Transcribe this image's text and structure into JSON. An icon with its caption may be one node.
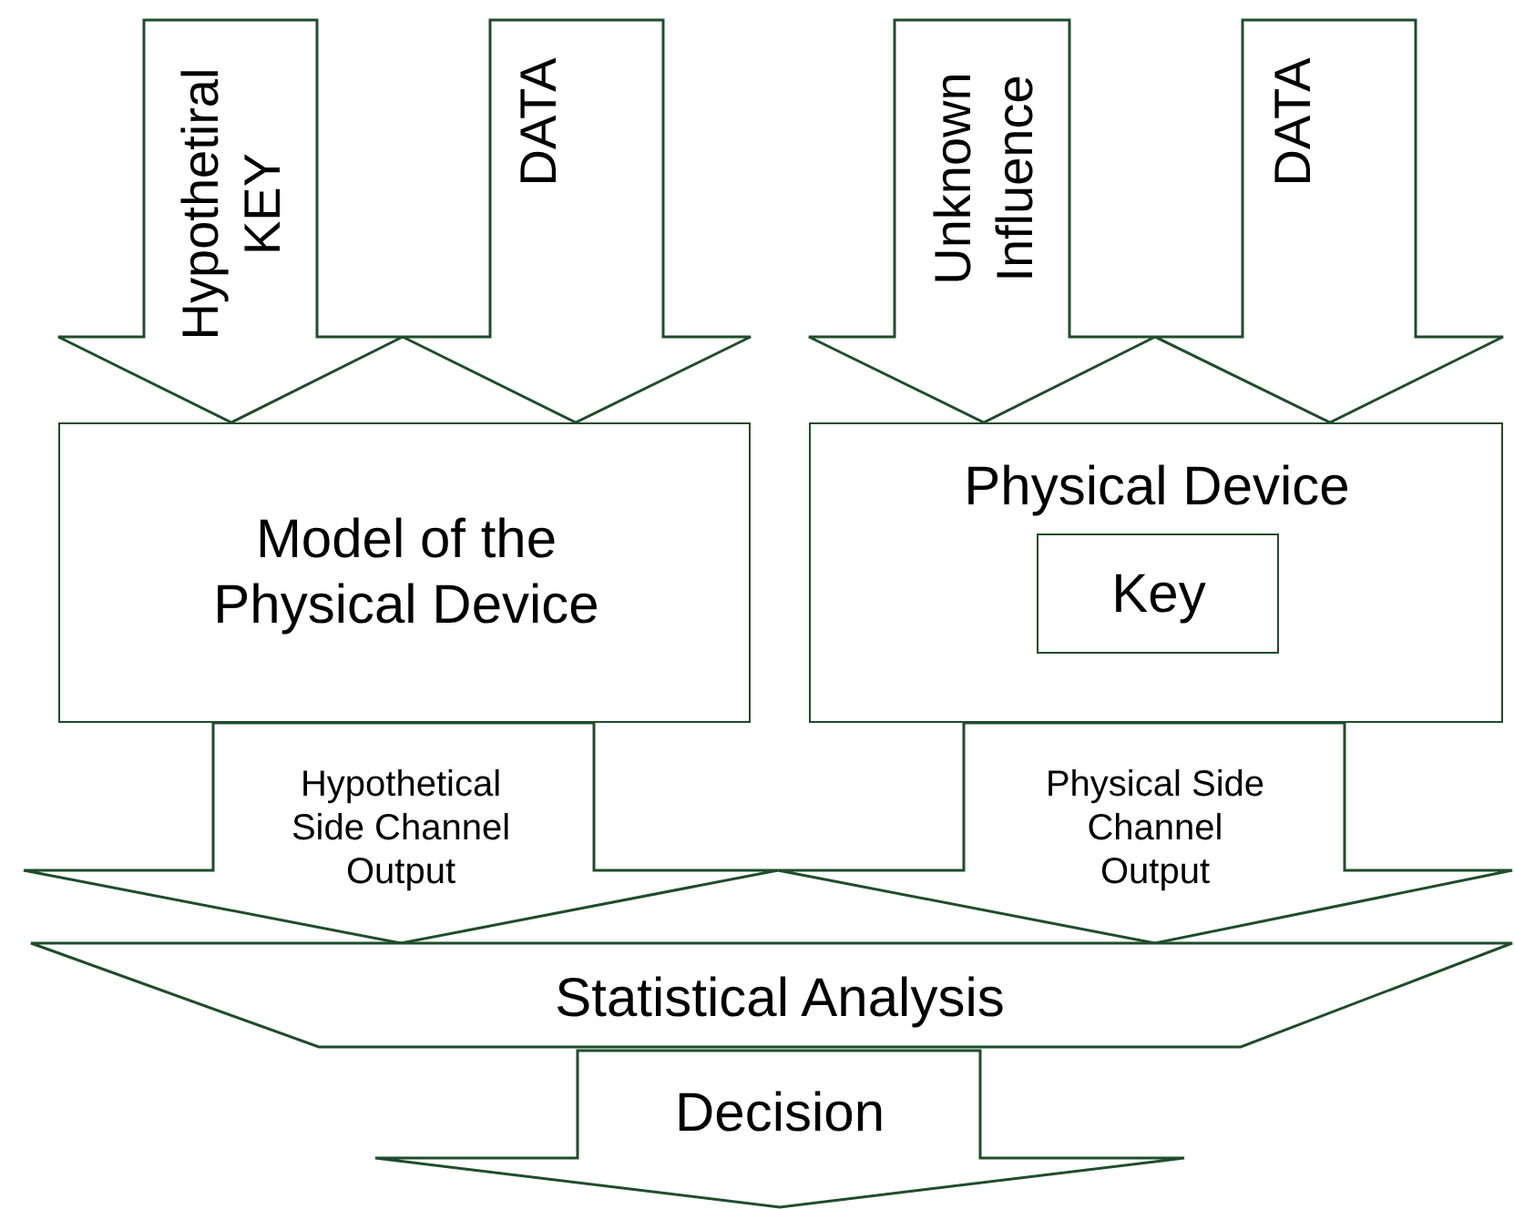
{
  "diagram": {
    "nodes": [
      {
        "text": [
          "Hypothetiral KEY"
        ]
      },
      {
        "text": [
          "DATA"
        ]
      },
      {
        "text": [
          "Unknown Influence"
        ]
      },
      {
        "text": [
          "DATA"
        ]
      },
      {
        "text": [
          "Model of the Physical Device"
        ]
      },
      {
        "text": [
          "Physical Device"
        ]
      },
      {
        "text": [
          "Key"
        ],
        "in": 5
      },
      {
        "text": [
          "Hypothetical Side Channel Output"
        ]
      },
      {
        "text": [
          "Physical Side Channel Output"
        ]
      },
      {
        "text": [
          "Statistical Analysis"
        ]
      },
      {
        "text": [
          "Decision"
        ]
      }
    ]
  }
}
